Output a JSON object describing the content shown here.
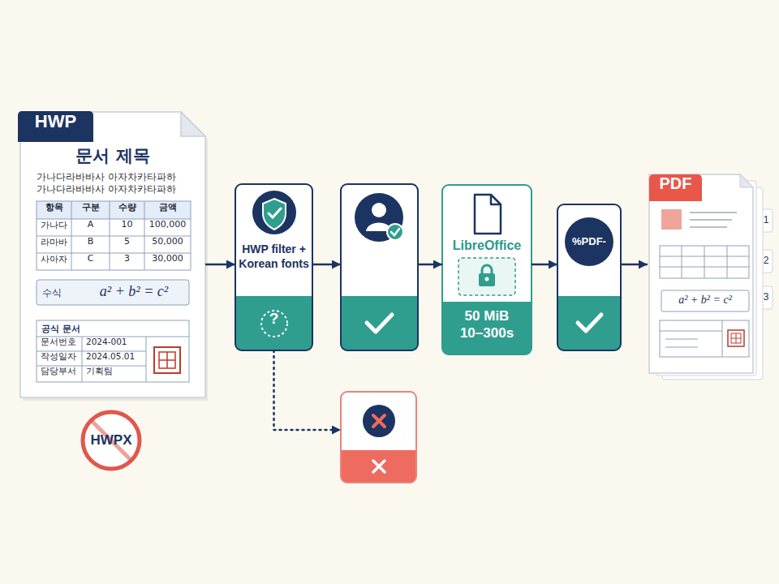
{
  "diagram": {
    "nodes": [
      {
        "text": [
          "HWP",
          "문서 제목",
          "가나다라바바사 아자차카타파하",
          "가나다라바바사 아자차카타파하"
        ]
      },
      {
        "text": [
          "수식",
          "a² + b² = c²"
        ],
        "in": 0
      },
      {
        "text": [
          "공식 문서"
        ],
        "in": 0
      },
      {
        "text": [
          "HWPX"
        ]
      },
      {
        "text": [
          "HWP filter + Korean fonts",
          "?"
        ]
      },
      {
        "text": []
      },
      {
        "text": [
          "LibreOffice",
          "50 MiB 10–300s"
        ]
      },
      {
        "text": [
          "%PDF-"
        ]
      },
      {
        "text": [
          "PDF",
          "1",
          "2",
          "3",
          "a² + b² = c²"
        ]
      },
      {
        "text": []
      }
    ],
    "edges": [
      {
        "from": 0,
        "to": 4,
        "arrow": "to"
      },
      {
        "from": 4,
        "to": 5,
        "arrow": "to"
      },
      {
        "from": 5,
        "to": 6,
        "arrow": "to"
      },
      {
        "from": 6,
        "to": 7,
        "arrow": "to"
      },
      {
        "from": 7,
        "to": 8,
        "arrow": "to"
      },
      {
        "from": 4,
        "to": 9,
        "arrow": "to"
      }
    ],
    "labels": [
      "항목",
      "구분",
      "수량",
      "금액",
      "가나다",
      "A",
      "10",
      "100,000",
      "라마바",
      "B",
      "5",
      "50,000",
      "사아자",
      "C",
      "3",
      "30,000",
      "문서번호",
      "2024-001",
      "작성일자",
      "2024.05.01",
      "담당부서",
      "기획팀"
    ]
  }
}
